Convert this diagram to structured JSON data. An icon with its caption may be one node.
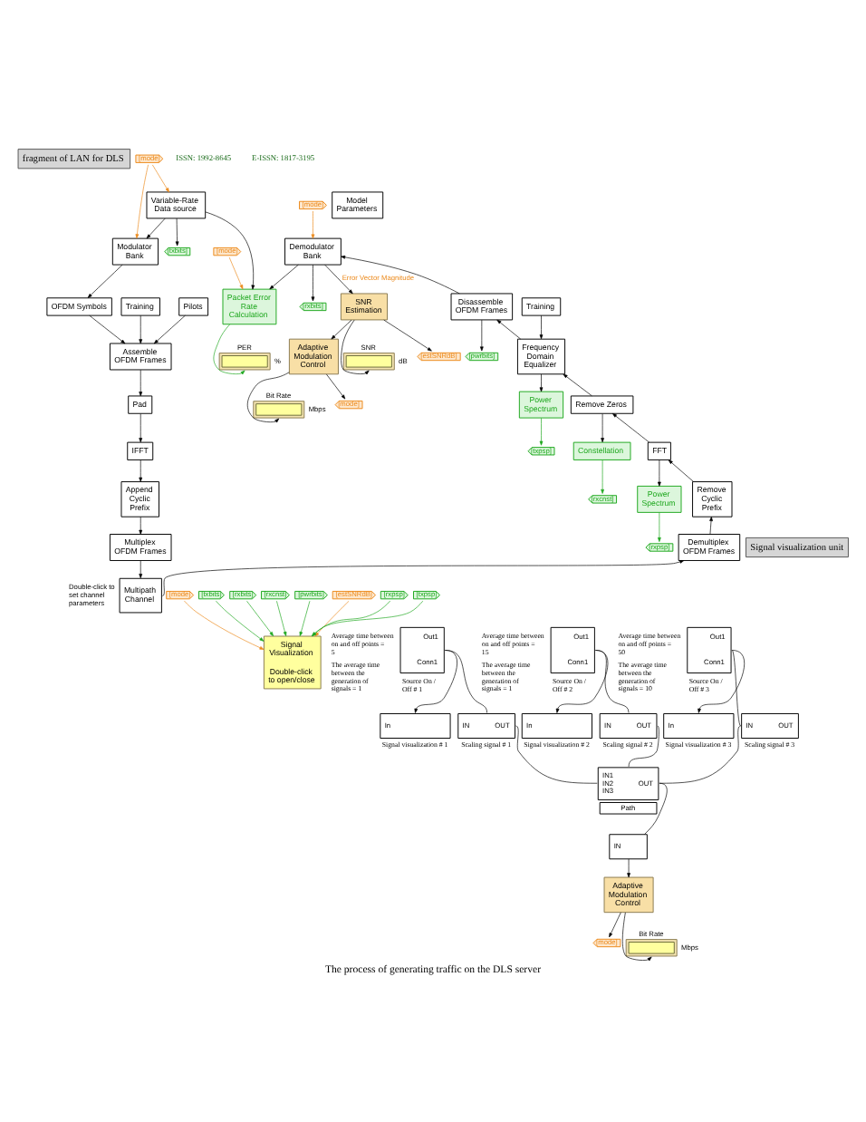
{
  "diagram": {
    "caption": "The process of generating traffic on the DLS server",
    "nodes": [
      {
        "text": [
          "fragment of LAN for DLS"
        ]
      },
      {
        "text": [
          "Pilots"
        ]
      },
      {
        "text": [
          "Training"
        ]
      },
      {
        "text": [
          "Assemble OFDM Frames"
        ]
      },
      {
        "text": [
          "Pad"
        ]
      },
      {
        "text": [
          "IFFT"
        ]
      },
      {
        "text": [
          "Append Cyclic Prefix"
        ]
      },
      {
        "text": [
          "Multiplex OFDM Frames"
        ]
      },
      {
        "text": [
          "[mode]"
        ]
      },
      {
        "text": [
          "Variable-Rate Data source"
        ]
      },
      {
        "text": [
          "Modulator Bank"
        ]
      },
      {
        "text": [
          "OFDM Symbols"
        ]
      },
      {
        "text": [
          "[txbits]"
        ]
      },
      {
        "text": [
          "Packet Error Rate Calculation"
        ]
      },
      {
        "text": [
          "[mode]"
        ]
      },
      {
        "text": [
          "PER"
        ],
        "beside": [
          "%"
        ]
      },
      {
        "text": [
          "Model Parameters"
        ]
      },
      {
        "text": [
          "[rxbits]"
        ]
      },
      {
        "text": [
          "Power Spectrum"
        ]
      },
      {
        "text": [
          "[txpsp]"
        ]
      },
      {
        "text": [
          "Multipath Channel"
        ],
        "beside": [
          "Double-click to set channel parameters"
        ]
      },
      {
        "text": [
          "[mode]"
        ]
      },
      {
        "text": [
          "Demodulator Bank"
        ]
      },
      {
        "text": [
          "[pwrbits]"
        ]
      },
      {
        "text": [
          "Disassemble OFDM Frames"
        ]
      },
      {
        "text": [
          "Constellation"
        ]
      },
      {
        "text": [
          "[rxcnst]"
        ]
      },
      {
        "text": [
          "Power Spectrum"
        ]
      },
      {
        "text": [
          "[rxpsp]"
        ]
      },
      {
        "text": [
          "Frequency Domain Equalizer"
        ]
      },
      {
        "text": [
          "Remove Zeros"
        ]
      },
      {
        "text": [
          "FFT"
        ]
      },
      {
        "text": [
          "Remove Cyclic Prefix"
        ]
      },
      {
        "text": [
          "Demultiplex OFDM Frames"
        ]
      },
      {
        "text": [
          "Training"
        ]
      },
      {
        "text": [
          "Signal visualization unit"
        ]
      },
      {
        "text": [
          "[estSNRdB]"
        ]
      },
      {
        "text": [
          "Adaptive Modulation Control"
        ]
      },
      {
        "text": [
          "[mode]"
        ]
      },
      {
        "text": [
          "SNR Estimation"
        ]
      },
      {
        "text": [
          "SNR"
        ],
        "beside": [
          "dB"
        ]
      },
      {
        "text": [
          "Bit Rate"
        ],
        "beside": [
          "Mbps"
        ]
      },
      {
        "text": [
          "[mode]"
        ]
      },
      {
        "text": [
          "[txbits]"
        ]
      },
      {
        "text": [
          "[rxbits]"
        ]
      },
      {
        "text": [
          "[rxcnst]"
        ]
      },
      {
        "text": [
          "[pwrbits]"
        ]
      },
      {
        "text": [
          "[estSNRdB]"
        ]
      },
      {
        "text": [
          "[rxpsp]"
        ]
      },
      {
        "text": [
          "[txpsp]"
        ]
      },
      {
        "text": [
          "Signal Visualization",
          "Double-click to open/close"
        ]
      },
      {
        "text": [
          "Out1",
          "Conn1",
          "Source On / Off # 1"
        ],
        "beside": [
          "Average time between on and off points = 5",
          "The average time between the generation of signals = 1"
        ]
      },
      {
        "text": [
          "In",
          "Signal visualization # 1"
        ]
      },
      {
        "text": [
          "IN",
          "OUT",
          "Scaling signal # 1"
        ]
      },
      {
        "text": [
          "Out1",
          "Conn1",
          "Source On / Off # 2"
        ],
        "beside": [
          "Average time between on and off points = 15",
          "The average time between the generation of signals = 1"
        ]
      },
      {
        "text": [
          "In",
          "Signal visualization # 2"
        ]
      },
      {
        "text": [
          "IN",
          "OUT",
          "Scaling signal # 2"
        ]
      },
      {
        "text": [
          "Out1",
          "Conn1",
          "Source On / Off # 3"
        ],
        "beside": [
          "Average time between on and off points = 50",
          "The average time between the generation of signals = 10"
        ]
      },
      {
        "text": [
          "In",
          "Signal visualization # 3"
        ]
      },
      {
        "text": [
          "IN",
          "OUT",
          "Scaling signal # 3"
        ]
      },
      {
        "text": [
          "IN1",
          "IN2",
          "IN3",
          "OUT",
          "Path"
        ]
      },
      {
        "text": [
          "IN"
        ]
      },
      {
        "text": [
          "Adaptive Modulation Control"
        ]
      },
      {
        "text": [
          "[mode]"
        ]
      },
      {
        "text": [
          "Bit Rate"
        ],
        "beside": [
          "Mbps"
        ]
      }
    ],
    "edges": [
      {
        "from": 8,
        "to": 9,
        "arrow": "to",
        "color": "#ec8a1c"
      },
      {
        "from": 8,
        "to": 10,
        "arrow": "to",
        "color": "#ec8a1c"
      },
      {
        "from": 9,
        "to": 10,
        "arrow": "to"
      },
      {
        "from": 9,
        "to": 12,
        "arrow": "to"
      },
      {
        "from": 9,
        "to": 13,
        "arrow": "to"
      },
      {
        "from": 14,
        "to": 13,
        "arrow": "to",
        "color": "#ec8a1c"
      },
      {
        "from": 13,
        "to": 15,
        "arrow": "to",
        "color": "#1fa81f"
      },
      {
        "from": 10,
        "to": 11,
        "arrow": "to"
      },
      {
        "from": 1,
        "to": 3,
        "arrow": "to"
      },
      {
        "from": 2,
        "to": 3,
        "arrow": "to"
      },
      {
        "from": 11,
        "to": 3,
        "arrow": "to"
      },
      {
        "from": 3,
        "to": 4,
        "arrow": "to"
      },
      {
        "from": 4,
        "to": 5,
        "arrow": "to"
      },
      {
        "from": 5,
        "to": 6,
        "arrow": "to"
      },
      {
        "from": 6,
        "to": 7,
        "arrow": "to"
      },
      {
        "from": 7,
        "to": 20,
        "arrow": "to"
      },
      {
        "from": 20,
        "to": 33,
        "arrow": "to"
      },
      {
        "from": 33,
        "to": 32,
        "arrow": "to"
      },
      {
        "from": 32,
        "to": 31,
        "arrow": "to"
      },
      {
        "from": 31,
        "to": 30,
        "arrow": "to"
      },
      {
        "from": 30,
        "to": 29,
        "arrow": "to"
      },
      {
        "from": 34,
        "to": 29,
        "arrow": "to"
      },
      {
        "from": 29,
        "to": 24,
        "arrow": "to"
      },
      {
        "from": 29,
        "to": 18,
        "arrow": "to"
      },
      {
        "from": 18,
        "to": 19,
        "arrow": "to",
        "color": "#1fa81f"
      },
      {
        "from": 30,
        "to": 25,
        "arrow": "to"
      },
      {
        "from": 25,
        "to": 26,
        "arrow": "to",
        "color": "#1fa81f"
      },
      {
        "from": 31,
        "to": 27,
        "arrow": "to"
      },
      {
        "from": 27,
        "to": 28,
        "arrow": "to",
        "color": "#1fa81f"
      },
      {
        "from": 24,
        "to": 22,
        "arrow": "to"
      },
      {
        "from": 24,
        "to": 23,
        "arrow": "to"
      },
      {
        "from": 21,
        "to": 22,
        "arrow": "to",
        "color": "#ec8a1c"
      },
      {
        "from": 22,
        "to": 13,
        "arrow": "to"
      },
      {
        "from": 22,
        "to": 17,
        "arrow": "to"
      },
      {
        "from": 22,
        "to": 39,
        "arrow": "to",
        "label": "Error Vector Magnitude"
      },
      {
        "from": 39,
        "to": 36,
        "arrow": "to"
      },
      {
        "from": 39,
        "to": 37,
        "arrow": "to"
      },
      {
        "from": 39,
        "to": 40,
        "arrow": "to"
      },
      {
        "from": 37,
        "to": 38,
        "arrow": "to"
      },
      {
        "from": 37,
        "to": 41,
        "arrow": "to"
      },
      {
        "from": 42,
        "to": 50,
        "arrow": "to",
        "color": "#ec8a1c"
      },
      {
        "from": 43,
        "to": 50,
        "arrow": "to",
        "color": "#1fa81f"
      },
      {
        "from": 44,
        "to": 50,
        "arrow": "to",
        "color": "#1fa81f"
      },
      {
        "from": 45,
        "to": 50,
        "arrow": "to",
        "color": "#1fa81f"
      },
      {
        "from": 46,
        "to": 50,
        "arrow": "to",
        "color": "#1fa81f"
      },
      {
        "from": 47,
        "to": 50,
        "arrow": "to",
        "color": "#ec8a1c"
      },
      {
        "from": 48,
        "to": 50,
        "arrow": "to",
        "color": "#1fa81f"
      },
      {
        "from": 49,
        "to": 50,
        "arrow": "to",
        "color": "#1fa81f"
      },
      {
        "from": 51,
        "to": 52,
        "arrow": "to"
      },
      {
        "from": 51,
        "to": 53,
        "arrow": "none"
      },
      {
        "from": 53,
        "to": 60,
        "arrow": "none"
      },
      {
        "from": 54,
        "to": 55,
        "arrow": "to"
      },
      {
        "from": 54,
        "to": 56,
        "arrow": "none"
      },
      {
        "from": 56,
        "to": 60,
        "arrow": "none"
      },
      {
        "from": 57,
        "to": 58,
        "arrow": "to"
      },
      {
        "from": 57,
        "to": 59,
        "arrow": "none"
      },
      {
        "from": 59,
        "to": 60,
        "arrow": "none"
      },
      {
        "from": 60,
        "to": 61,
        "arrow": "none"
      },
      {
        "from": 61,
        "to": 62,
        "arrow": "to"
      },
      {
        "from": 62,
        "to": 63,
        "arrow": "to"
      },
      {
        "from": 62,
        "to": 64,
        "arrow": "to"
      }
    ],
    "labels": [
      "ISSN: 1992-8645",
      "E-ISSN: 1817-3195"
    ]
  }
}
